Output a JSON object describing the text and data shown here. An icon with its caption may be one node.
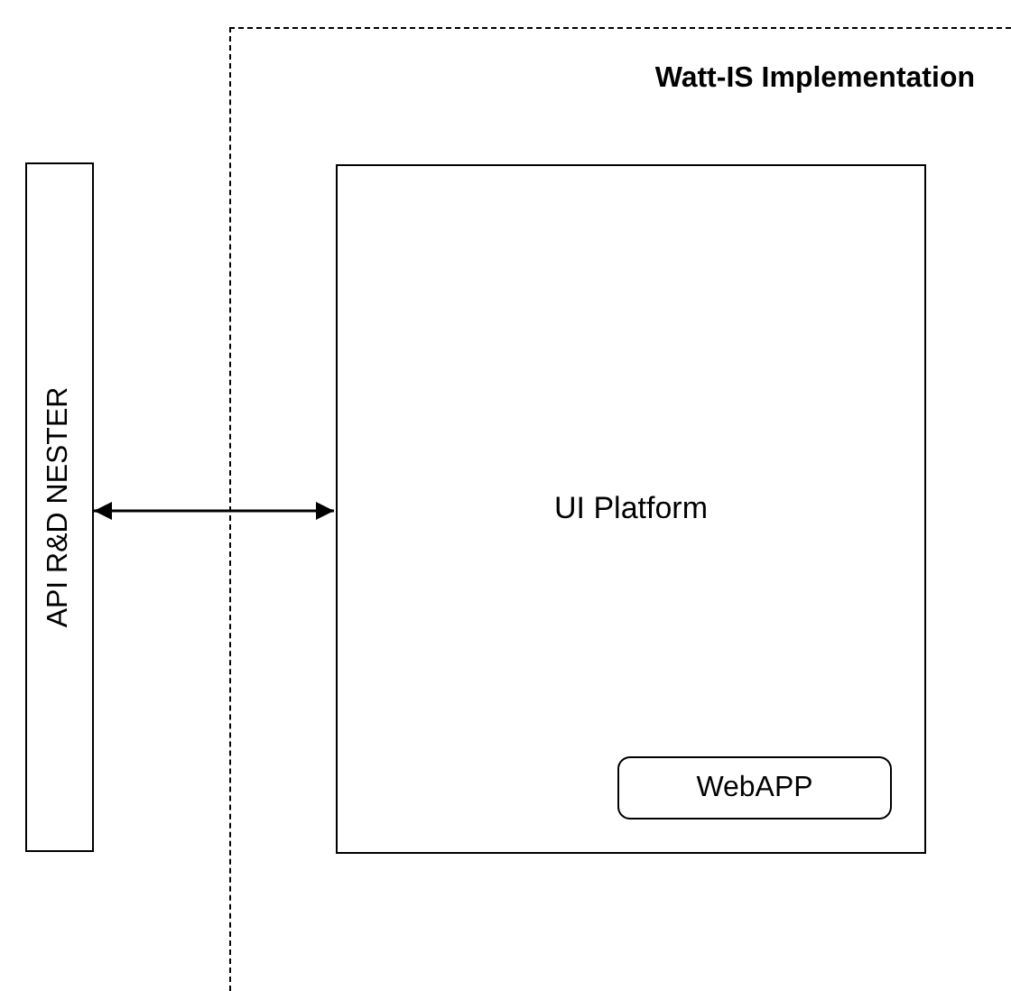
{
  "diagram": {
    "nodes": [
      {
        "text": [
          "Watt-IS Implementation"
        ]
      },
      {
        "text": [
          "API R&D NESTER"
        ]
      },
      {
        "text": [
          "UI Platform"
        ],
        "in": 0
      },
      {
        "text": [
          "WebAPP"
        ],
        "in": 2
      }
    ],
    "edges": [
      {
        "from": 1,
        "to": 2,
        "arrow": "both"
      }
    ]
  }
}
